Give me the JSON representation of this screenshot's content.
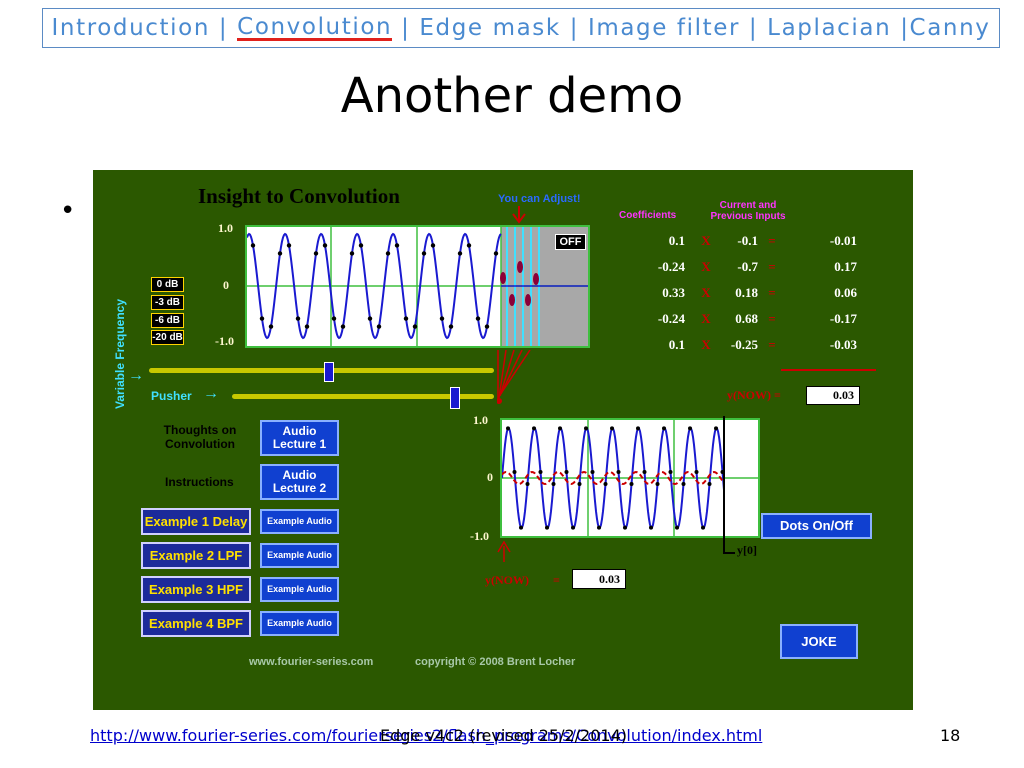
{
  "nav": {
    "items": [
      "Introduction",
      "Convolution",
      "Edge mask",
      "Image filter",
      "Laplacian",
      "Canny"
    ],
    "current_index": 1
  },
  "slide": {
    "title": "Another demo",
    "bullet": "•",
    "page_number": "18",
    "link": "http://www.fourier-series.com/fourierseries2/flash_programs/Convolution/index.html",
    "footer_center": "Edge v4c2 (revised 25/2/2014)"
  },
  "demo": {
    "title": "Insight to Convolution",
    "adjust_label": "You can Adjust!",
    "coefficients_header": "Coefficients",
    "inputs_header": "Current and Previous Inputs",
    "off_button": "OFF",
    "axis_top": "1.0",
    "axis_mid": "0",
    "axis_bottom": "-1.0",
    "db_levels": [
      "0 dB",
      "-3 dB",
      "-6 dB",
      "-20 dB"
    ],
    "variable_frequency": "Variable Frequency",
    "pusher": "Pusher",
    "rows": [
      {
        "coef": "0.1",
        "x": "X",
        "input": "-0.1",
        "eq": "=",
        "result": "-0.01"
      },
      {
        "coef": "-0.24",
        "x": "X",
        "input": "-0.7",
        "eq": "=",
        "result": "0.17"
      },
      {
        "coef": "0.33",
        "x": "X",
        "input": "0.18",
        "eq": "=",
        "result": "0.06"
      },
      {
        "coef": "-0.24",
        "x": "X",
        "input": "0.68",
        "eq": "=",
        "result": "-0.17"
      },
      {
        "coef": "0.1",
        "x": "X",
        "input": "-0.25",
        "eq": "=",
        "result": "-0.03"
      }
    ],
    "ynow_label": "y(NOW) =",
    "ynow_value": "0.03",
    "ynow_label_2": "y(NOW)",
    "ynow_eq_2": "=",
    "ynow_value_2": "0.03",
    "thoughts": "Thoughts on Convolution",
    "instructions": "Instructions",
    "audio_lecture_1": "Audio Lecture 1",
    "audio_lecture_2": "Audio Lecture 2",
    "examples": [
      {
        "label": "Example 1  Delay",
        "audio": "Example Audio"
      },
      {
        "label": "Example 2 LPF",
        "audio": "Example Audio"
      },
      {
        "label": "Example 3 HPF",
        "audio": "Example Audio"
      },
      {
        "label": "Example 4 BPF",
        "audio": "Example Audio"
      }
    ],
    "dots_button": "Dots  On/Off",
    "y0_label": "y[0]",
    "joke_button": "JOKE",
    "site": "www.fourier-series.com",
    "copyright": "copyright  © 2008 Brent Locher"
  },
  "colors": {
    "panel_bg": "#2b5800",
    "nav_text": "#4a8ad0",
    "nav_underline": "#e0211c",
    "coef_header": "#ff33ff",
    "wave_blue": "#1a1ad0",
    "wave_red": "#cc0000",
    "slider_yellow": "#c8c800",
    "button_blue": "#1040d0"
  }
}
